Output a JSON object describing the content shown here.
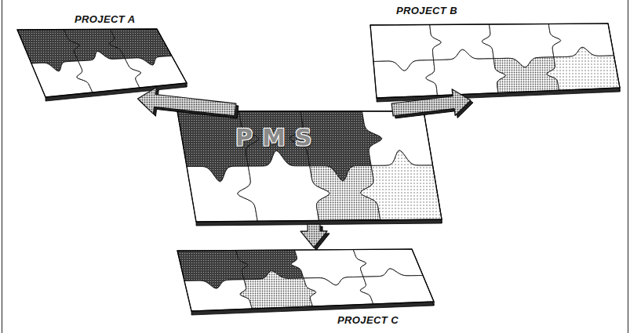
{
  "diagram": {
    "nodes": [
      {
        "text": [
          "PROJECT A"
        ]
      },
      {
        "text": [
          "PROJECT B"
        ]
      },
      {
        "text": [
          "PMS"
        ]
      },
      {
        "text": [
          "PROJECT C"
        ]
      }
    ],
    "edges": [
      {
        "from": 2,
        "to": 0,
        "arrow": "to"
      },
      {
        "from": 2,
        "to": 1,
        "arrow": "to"
      },
      {
        "from": 2,
        "to": 3,
        "arrow": "to"
      }
    ]
  }
}
